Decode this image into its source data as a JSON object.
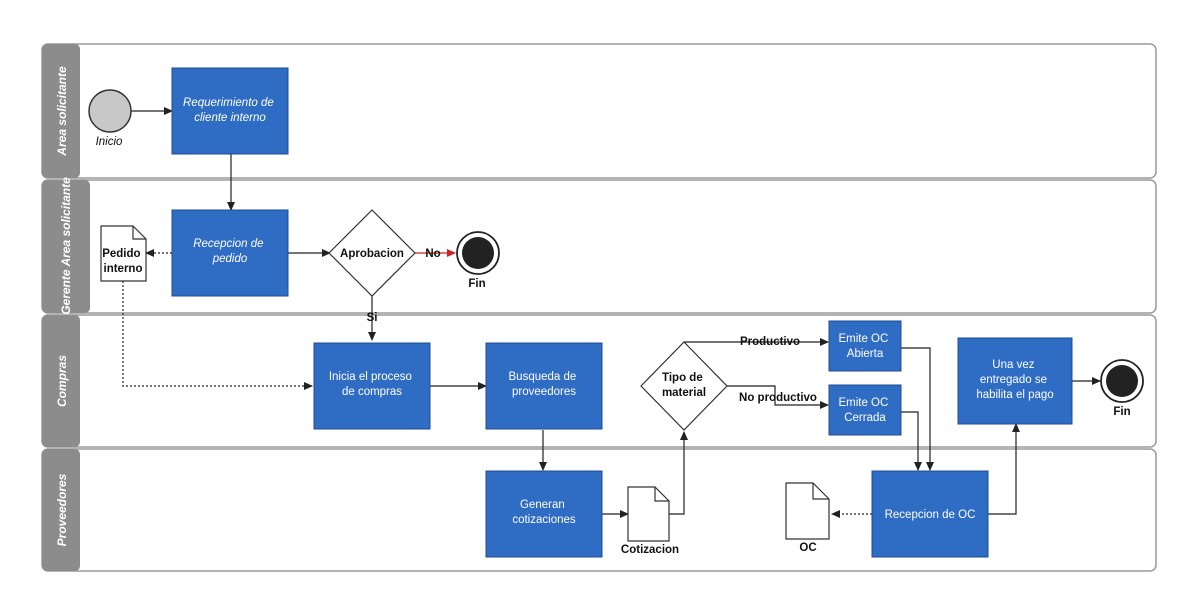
{
  "lanes": [
    {
      "name": "Area solicitante"
    },
    {
      "name": "Gerente Area solicitante"
    },
    {
      "name": "Compras"
    },
    {
      "name": "Proveedores"
    }
  ],
  "events": {
    "start": "Inicio",
    "end1": "Fin",
    "end2": "Fin"
  },
  "tasks": {
    "requerimiento": [
      "Requerimiento de",
      "cliente interno"
    ],
    "recepcion_pedido": [
      "Recepcion de",
      "pedido"
    ],
    "inicia_proceso": [
      "Inicia el proceso",
      "de compras"
    ],
    "busqueda": [
      "Busqueda de",
      "proveedores"
    ],
    "generan": [
      "Generan",
      "cotizaciones"
    ],
    "oc_abierta": [
      "Emite OC",
      "Abierta"
    ],
    "oc_cerrada": [
      "Emite OC",
      "Cerrada"
    ],
    "recepcion_oc": [
      "Recepcion de OC"
    ],
    "una_vez": [
      "Una vez",
      "entregado se",
      "habilita el pago"
    ]
  },
  "gateways": {
    "aprobacion": [
      "Aprobacion"
    ],
    "tipo_material": [
      "Tipo de",
      "material"
    ]
  },
  "documents": {
    "pedido": [
      "Pedido",
      "interno"
    ],
    "cotizacion": "Cotizacion",
    "oc": "OC"
  },
  "flow_labels": {
    "no": "No",
    "si": "Si",
    "productivo": "Productivo",
    "no_productivo": "No productivo"
  },
  "colors": {
    "task_fill": "#2f6cc4",
    "task_stroke": "#1d4c91",
    "lane_header": "#8c8c8c",
    "reject_flow": "#cc2222",
    "start_fill": "#c8c8c8"
  }
}
